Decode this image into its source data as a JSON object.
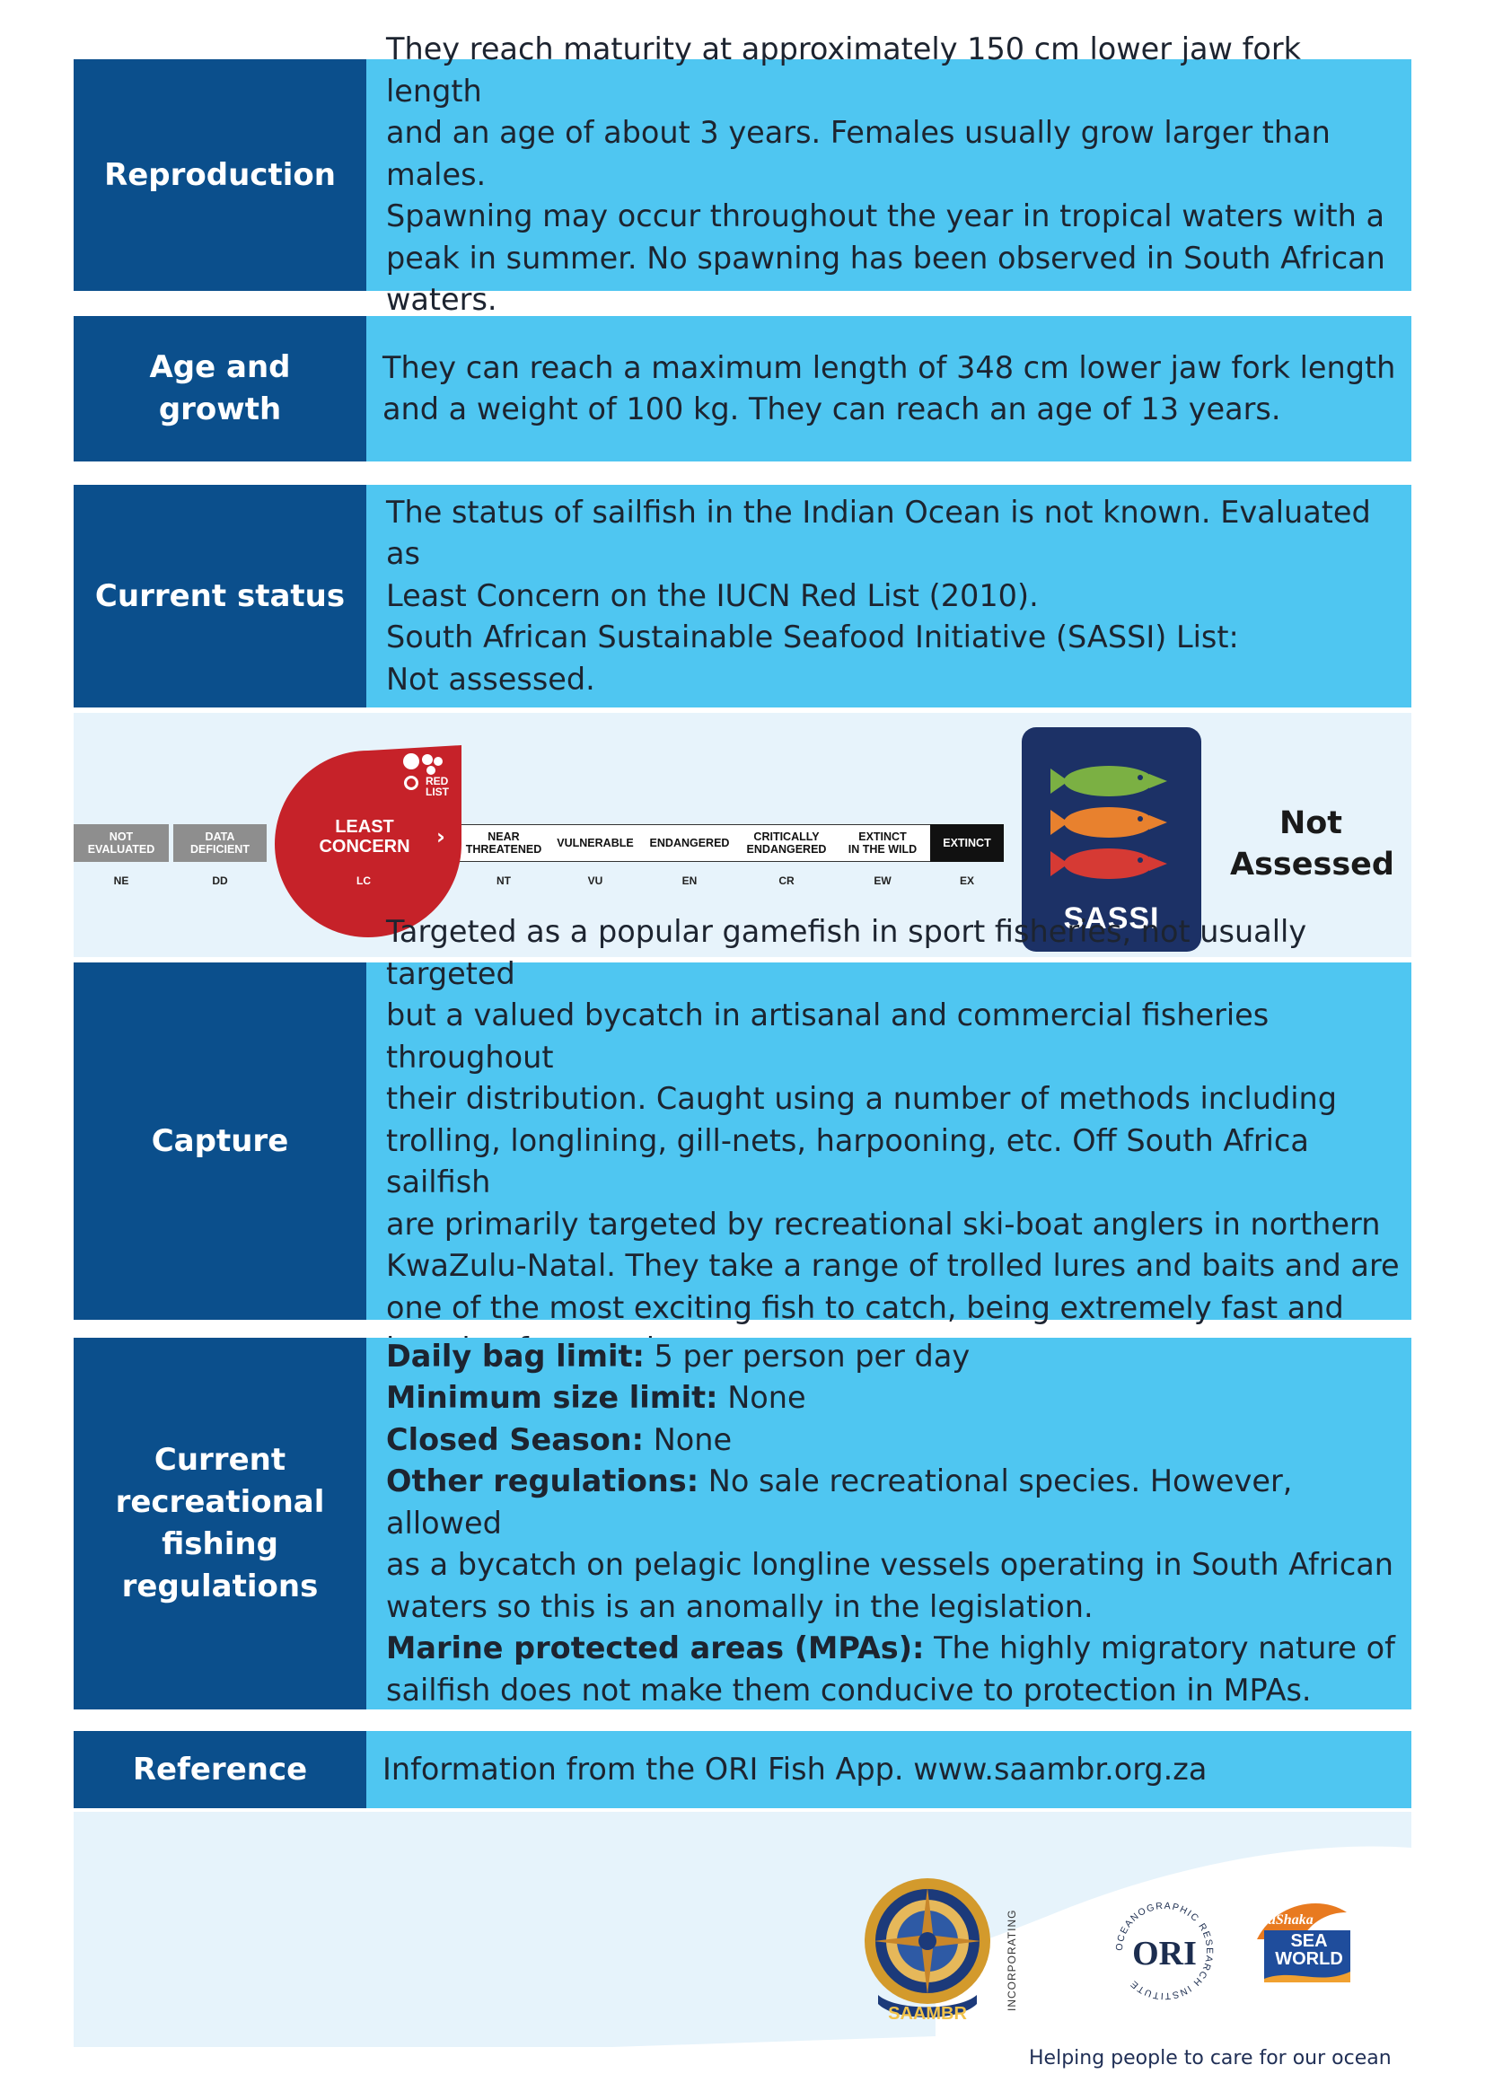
{
  "sections": {
    "reproduction": {
      "label": "Reproduction",
      "lines": [
        "They reach maturity at approximately 150 cm lower jaw fork length",
        "and an age of about 3 years. Females usually grow larger than males.",
        "Spawning may occur throughout the year in tropical waters with a",
        "peak in summer. No spawning has been observed in South African",
        "waters."
      ]
    },
    "age_growth": {
      "label": "Age and growth",
      "lines": [
        "They can reach a maximum length of 348 cm lower jaw fork length",
        "and a weight of 100 kg. They can reach an age of 13 years."
      ]
    },
    "current_status": {
      "label": "Current status",
      "lines": [
        "The status of sailfish in the Indian Ocean is not known. Evaluated as",
        "Least Concern on the IUCN Red List (2010).",
        "South African Sustainable Seafood Initiative (SASSI) List:",
        "Not assessed."
      ]
    },
    "capture": {
      "label": "Capture",
      "lines": [
        "Targeted as a popular gamefish in sport fisheries, not usually targeted",
        "but a valued bycatch in artisanal and commercial fisheries throughout",
        "their distribution. Caught using a number of methods including",
        "trolling, longlining, gill-nets, harpooning, etc. Off South Africa sailfish",
        "are primarily targeted by recreational ski-boat anglers in northern",
        "KwaZulu-Natal. They take a range of trolled lures and baits and are",
        "one of the most exciting fish to catch, being extremely fast and",
        "jumping frequently."
      ]
    },
    "regulations": {
      "label_lines": [
        "Current",
        "recreational",
        "fishing",
        "regulations"
      ],
      "bag_label": "Daily bag limit:",
      "bag_value": " 5 per person per day",
      "size_label": "Minimum size limit:",
      "size_value": " None",
      "season_label": "Closed Season:",
      "season_value": " None",
      "other_label": "Other regulations:",
      "other_value_1": " No sale recreational species. However, allowed",
      "other_value_2": "as a bycatch on pelagic longline vessels operating in South African",
      "other_value_3": "waters so this is an anomally in the legislation.",
      "mpa_label": "Marine protected areas (MPAs):",
      "mpa_value_1": " The highly migratory nature of",
      "mpa_value_2": "sailfish does not make them conducive to protection in MPAs."
    },
    "reference": {
      "label": "Reference",
      "text": "Information from the ORI Fish App.  www.saambr.org.za"
    }
  },
  "iucn_scale": {
    "logo_text_1": "RED",
    "logo_text_2": "LIST",
    "categories": [
      {
        "label_1": "NOT",
        "label_2": "EVALUATED",
        "code": "NE"
      },
      {
        "label_1": "DATA",
        "label_2": "DEFICIENT",
        "code": "DD"
      },
      {
        "label_1": "LEAST",
        "label_2": "CONCERN",
        "code": "LC"
      },
      {
        "label_1": "NEAR",
        "label_2": "THREATENED",
        "code": "NT"
      },
      {
        "label_1": "VULNERABLE",
        "label_2": "",
        "code": "VU"
      },
      {
        "label_1": "ENDANGERED",
        "label_2": "",
        "code": "EN"
      },
      {
        "label_1": "CRITICALLY",
        "label_2": "ENDANGERED",
        "code": "CR"
      },
      {
        "label_1": "EXTINCT",
        "label_2": "IN THE WILD",
        "code": "EW"
      },
      {
        "label_1": "EXTINCT",
        "label_2": "",
        "code": "EX"
      }
    ],
    "selected": "LC"
  },
  "sassi": {
    "badge_text": "SASSI",
    "status_line_1": "Not",
    "status_line_2": "Assessed",
    "fish_colors": [
      "#7bb043",
      "#e8812e",
      "#d63a34"
    ]
  },
  "footer": {
    "saambr_text": "SAAMBR",
    "incorporating_text": "INCORPORATING",
    "ori_arc_text": "OCEANOGRAPHIC RESEARCH INSTITUTE",
    "ori_letters": "ORI",
    "ushaka_text": "uShaka",
    "seaworld_text_1": "SEA",
    "seaworld_text_2": "WORLD",
    "tagline": "Helping people to care for our ocean"
  },
  "colors": {
    "label_blue": "#0b4f8c",
    "content_blue": "#4fc6f1",
    "iucn_red": "#c62229"
  }
}
